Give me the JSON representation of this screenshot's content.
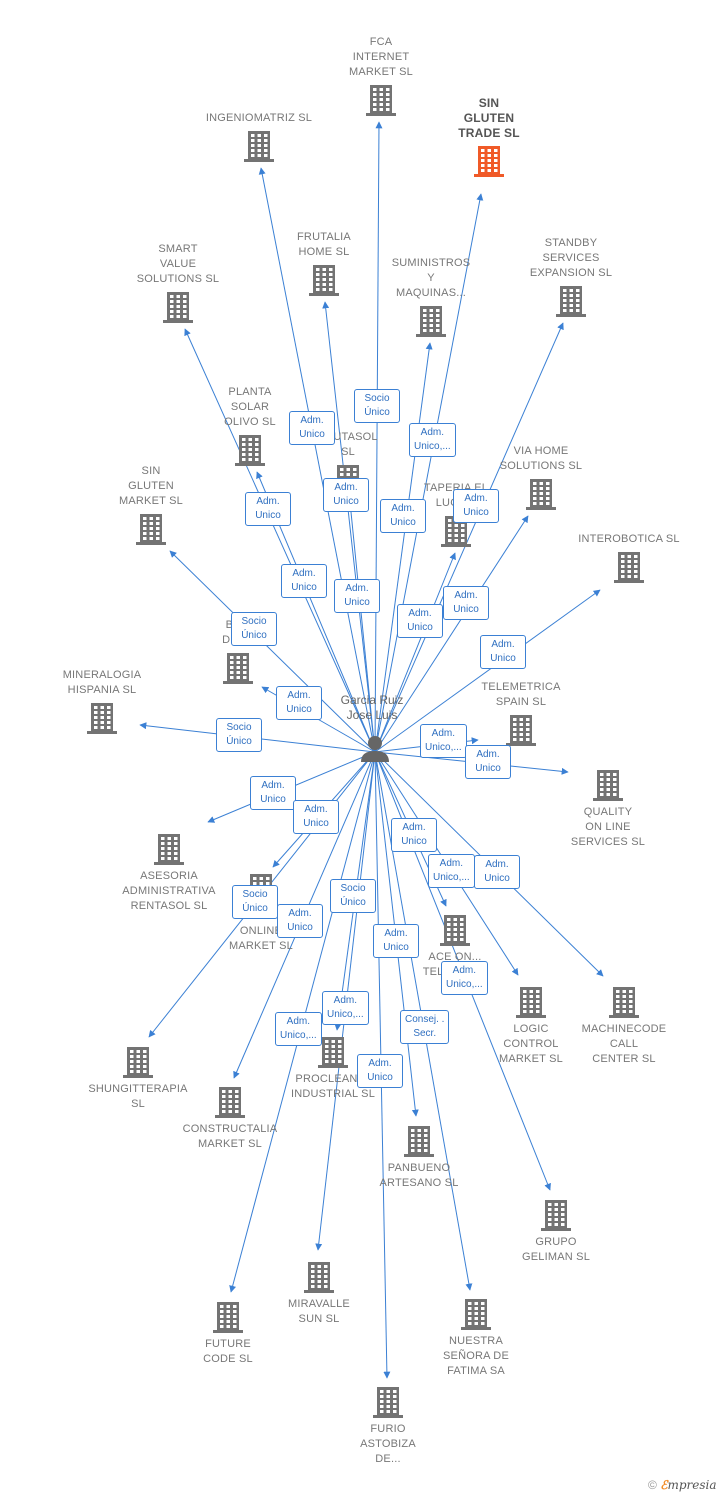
{
  "person": {
    "name": "Garcia Ruiz\nJose Luis"
  },
  "companies": [
    {
      "id": "fca",
      "label": "FCA\nINTERNET\nMARKET  SL"
    },
    {
      "id": "ingeniomatriz",
      "label": "INGENIOMATRIZ SL"
    },
    {
      "id": "sin_gluten_trade",
      "label": "SIN\nGLUTEN\nTRADE  SL",
      "highlight": true
    },
    {
      "id": "frutalia",
      "label": "FRUTALIA\nHOME  SL"
    },
    {
      "id": "smart_value",
      "label": "SMART\nVALUE\nSOLUTIONS SL"
    },
    {
      "id": "suministros",
      "label": "SUMINISTROS\nY\nMAQUINAS..."
    },
    {
      "id": "standby",
      "label": "STANDBY\nSERVICES\nEXPANSION SL"
    },
    {
      "id": "planta_solar",
      "label": "PLANTA\nSOLAR\nOLIVO SL"
    },
    {
      "id": "frutasol",
      "label": "FRUTASOL\nSL"
    },
    {
      "id": "via_home",
      "label": "VIA HOME\nSOLUTIONS SL"
    },
    {
      "id": "sin_gluten_market",
      "label": "SIN\nGLUTEN\nMARKET  SL"
    },
    {
      "id": "taperia",
      "label": "TAPERIA EL\nLUGA..."
    },
    {
      "id": "interobotica",
      "label": "INTEROBOTICA SL"
    },
    {
      "id": "ba_del",
      "label": "BA...\nDEL..."
    },
    {
      "id": "mineralogia",
      "label": "MINERALOGIA\nHISPANIA  SL"
    },
    {
      "id": "telemetrica",
      "label": "TELEMETRICA\nSPAIN  SL"
    },
    {
      "id": "quality",
      "label": "QUALITY\nON LINE\nSERVICES  SL"
    },
    {
      "id": "asesoria",
      "label": "ASESORIA\nADMINISTRATIVA\nRENTASOL SL"
    },
    {
      "id": "ace_online",
      "label": "ACE\nONLINE\nMARKET SL"
    },
    {
      "id": "ace_on_tele",
      "label": "ACE ON...\nTELEM...  SL"
    },
    {
      "id": "logic",
      "label": "LOGIC\nCONTROL\nMARKET  SL"
    },
    {
      "id": "machinecode",
      "label": "MACHINECODE\nCALL\nCENTER  SL"
    },
    {
      "id": "shungitterapia",
      "label": "SHUNGITTERAPIA\nSL"
    },
    {
      "id": "proclean",
      "label": "PROCLEANI...\nINDUSTRIAL SL"
    },
    {
      "id": "constructalia",
      "label": "CONSTRUCTALIA\nMARKET  SL"
    },
    {
      "id": "panbueno",
      "label": "PANBUENO\nARTESANO  SL"
    },
    {
      "id": "grupo_geliman",
      "label": "GRUPO\nGELIMAN  SL"
    },
    {
      "id": "miravalle",
      "label": "MIRAVALLE\nSUN  SL"
    },
    {
      "id": "nuestra",
      "label": "NUESTRA\nSEÑORA DE\nFATIMA SA"
    },
    {
      "id": "future",
      "label": "FUTURE\nCODE  SL"
    },
    {
      "id": "furio",
      "label": "FURIO\nASTOBIZA\nDE..."
    }
  ],
  "relations": [
    {
      "to": "fca",
      "role": "Socio\nÚnico"
    },
    {
      "to": "ingeniomatriz",
      "role": "Adm.\nUnico"
    },
    {
      "to": "sin_gluten_trade",
      "role": "Adm.\nUnico,..."
    },
    {
      "to": "frutalia",
      "role": "Adm.\nUnico"
    },
    {
      "to": "smart_value",
      "role": "Adm.\nUnico"
    },
    {
      "to": "suministros",
      "role": "Adm.\nUnico"
    },
    {
      "to": "standby",
      "role": "Adm.\nUnico"
    },
    {
      "to": "planta_solar",
      "role": "Adm.\nUnico"
    },
    {
      "to": "frutasol",
      "role": "Adm.\nUnico"
    },
    {
      "to": "via_home",
      "role": "Adm.\nUnico"
    },
    {
      "to": "sin_gluten_market",
      "role": "Socio\nÚnico"
    },
    {
      "to": "taperia",
      "role": "Adm.\nUnico"
    },
    {
      "to": "interobotica",
      "role": "Adm.\nUnico"
    },
    {
      "to": "ba_del",
      "role": "Adm.\nUnico"
    },
    {
      "to": "mineralogia",
      "role": "Socio\nÚnico"
    },
    {
      "to": "telemetrica",
      "role": "Adm.\nUnico,..."
    },
    {
      "to": "quality",
      "role": "Adm.\nUnico"
    },
    {
      "to": "asesoria",
      "role": "Adm.\nUnico"
    },
    {
      "to": "ace_online",
      "role": "Adm.\nUnico"
    },
    {
      "to": "ace_on_tele",
      "role": "Adm.\nUnico"
    },
    {
      "to": "logic",
      "role": "Adm.\nUnico,..."
    },
    {
      "to": "machinecode",
      "role": "Adm.\nUnico"
    },
    {
      "to": "shungitterapia",
      "role": "Socio\nÚnico"
    },
    {
      "to": "proclean",
      "role": "Adm.\nUnico"
    },
    {
      "to": "constructalia",
      "role": "Socio\nÚnico"
    },
    {
      "to": "panbueno",
      "role": "Adm.\nUnico"
    },
    {
      "to": "grupo_geliman",
      "role": "Adm.\nUnico,..."
    },
    {
      "to": "miravalle",
      "role": "Adm.\nUnico,..."
    },
    {
      "to": "nuestra",
      "role": "Consej. .\nSecr."
    },
    {
      "to": "future",
      "role": "Adm.\nUnico,..."
    },
    {
      "to": "furio",
      "role": "Adm.\nUnico"
    }
  ],
  "footer": {
    "copyright": "©",
    "brand_first": "ℰ",
    "brand_rest": "mpresia"
  },
  "colors": {
    "edge": "#3b80d4",
    "building": "#737373",
    "building_highlight": "#f05a28",
    "person": "#666666"
  }
}
